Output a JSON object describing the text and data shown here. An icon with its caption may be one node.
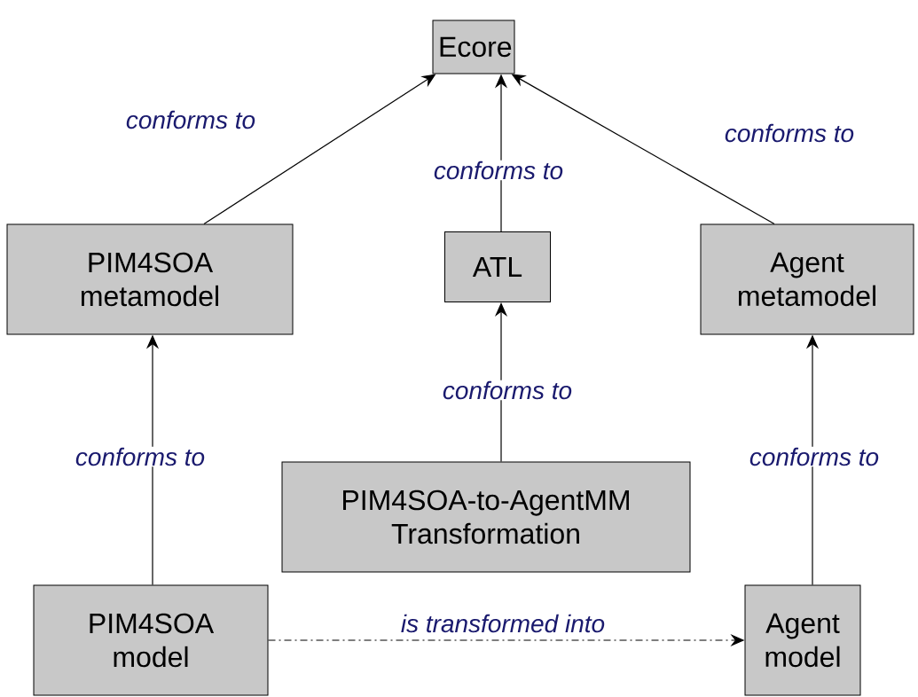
{
  "diagram": {
    "nodes": [
      {
        "text": [
          "Ecore"
        ]
      },
      {
        "text": [
          "PIM4SOA metamodel"
        ]
      },
      {
        "text": [
          "ATL"
        ]
      },
      {
        "text": [
          "Agent metamodel"
        ]
      },
      {
        "text": [
          "PIM4SOA-to-AgentMM Transformation"
        ]
      },
      {
        "text": [
          "PIM4SOA model"
        ]
      },
      {
        "text": [
          "Agent model"
        ]
      }
    ],
    "edges": [
      {
        "from": 1,
        "to": 0,
        "arrow": "to",
        "label": "conforms to"
      },
      {
        "from": 2,
        "to": 0,
        "arrow": "to",
        "label": "conforms to"
      },
      {
        "from": 3,
        "to": 0,
        "arrow": "to",
        "label": "conforms to"
      },
      {
        "from": 5,
        "to": 1,
        "arrow": "to",
        "label": "conforms to"
      },
      {
        "from": 4,
        "to": 2,
        "arrow": "to",
        "label": "conforms to"
      },
      {
        "from": 6,
        "to": 3,
        "arrow": "to",
        "label": "conforms to"
      },
      {
        "from": 5,
        "to": 6,
        "arrow": "to",
        "label": "is transformed into",
        "style": "dashed"
      }
    ]
  }
}
